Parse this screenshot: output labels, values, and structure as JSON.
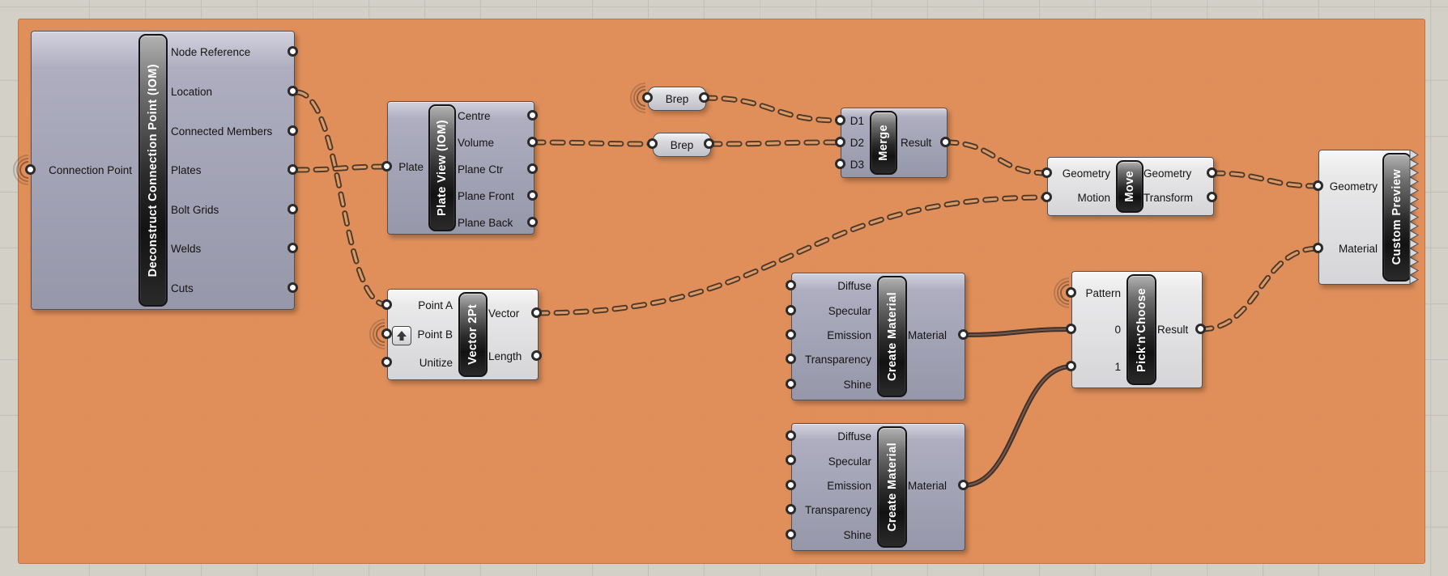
{
  "colors": {
    "canvas_bg": "#d3d0c8",
    "grid_line": "#c2bfb7",
    "group_orange": "#e18a53",
    "component_lavender": "#a1a1b4",
    "component_light": "#e5e5e8",
    "capsule_dark": "#1c1c1c",
    "wire_brown": "#4c392b"
  },
  "components": {
    "deconstruct": {
      "name": "Deconstruct Connection Point (IOM)",
      "input": "Connection Point",
      "outputs": [
        "Node Reference",
        "Location",
        "Connected Members",
        "Plates",
        "Bolt Grids",
        "Welds",
        "Cuts"
      ]
    },
    "plate_view": {
      "name": "Plate View (IOM)",
      "input": "Plate",
      "outputs": [
        "Centre",
        "Volume",
        "Plane Ctr",
        "Plane Front",
        "Plane Back"
      ]
    },
    "brep_top": {
      "name": "Brep"
    },
    "brep_bottom": {
      "name": "Brep"
    },
    "merge": {
      "name": "Merge",
      "inputs": [
        "D1",
        "D2",
        "D3"
      ],
      "output": "Result"
    },
    "move": {
      "name": "Move",
      "inputs": [
        "Geometry",
        "Motion"
      ],
      "outputs": [
        "Geometry",
        "Transform"
      ]
    },
    "vector_2pt": {
      "name": "Vector 2Pt",
      "inputs": [
        "Point A",
        "Point B",
        "Unitize"
      ],
      "outputs": [
        "Vector",
        "Length"
      ]
    },
    "create_material_1": {
      "name": "Create Material",
      "inputs": [
        "Diffuse",
        "Specular",
        "Emission",
        "Transparency",
        "Shine"
      ],
      "output": "Material"
    },
    "create_material_2": {
      "name": "Create Material",
      "inputs": [
        "Diffuse",
        "Specular",
        "Emission",
        "Transparency",
        "Shine"
      ],
      "output": "Material"
    },
    "pick_n_choose": {
      "name": "Pick'n'Choose",
      "inputs": [
        "Pattern",
        "0",
        "1"
      ],
      "output": "Result"
    },
    "custom_preview": {
      "name": "Custom Preview",
      "inputs": [
        "Geometry",
        "Material"
      ]
    }
  }
}
